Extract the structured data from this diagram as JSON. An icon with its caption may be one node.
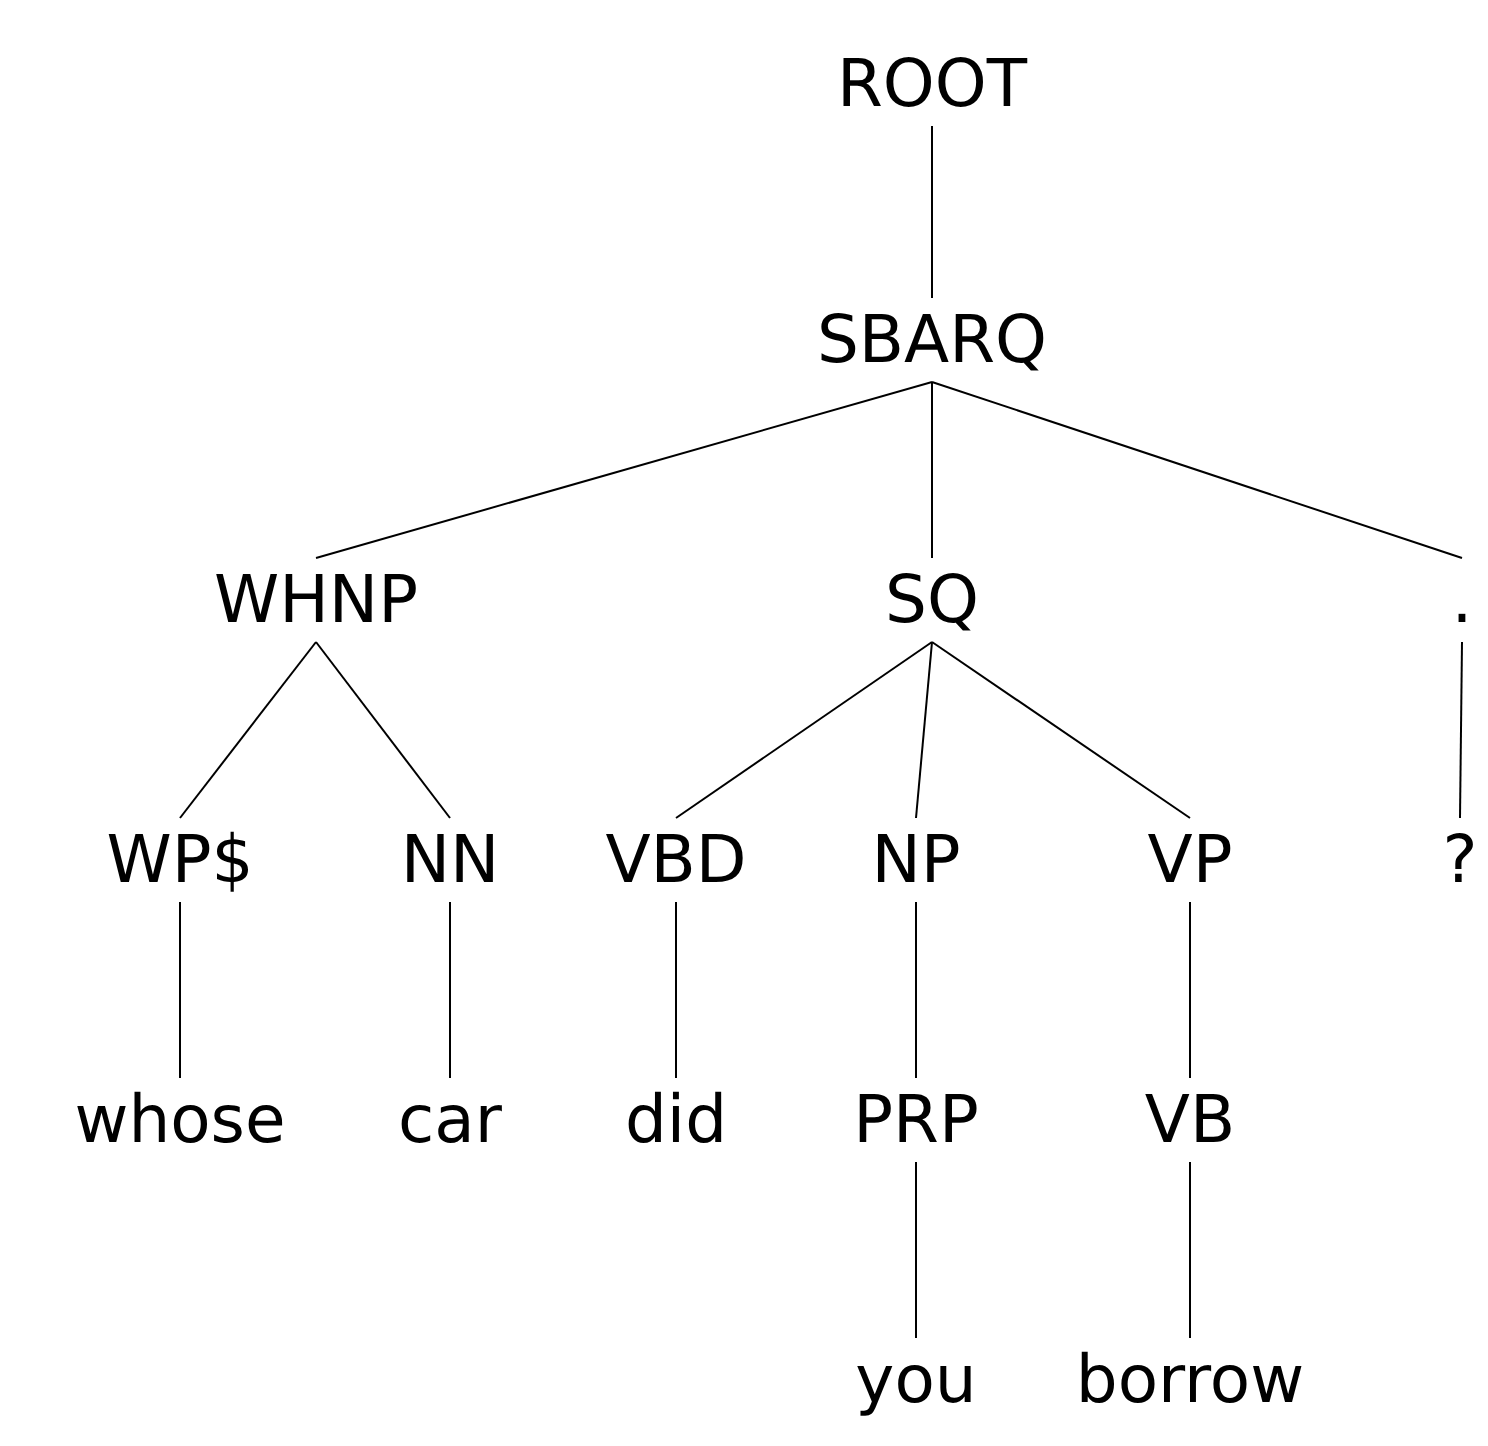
{
  "diagram": {
    "nodes": [
      {
        "text": [
          "ROOT"
        ]
      },
      {
        "text": [
          "SBARQ"
        ]
      },
      {
        "text": [
          "WHNP"
        ]
      },
      {
        "text": [
          "SQ"
        ]
      },
      {
        "text": [
          "."
        ]
      },
      {
        "text": [
          "WP$"
        ]
      },
      {
        "text": [
          "NN"
        ]
      },
      {
        "text": [
          "VBD"
        ]
      },
      {
        "text": [
          "NP"
        ]
      },
      {
        "text": [
          "VP"
        ]
      },
      {
        "text": [
          "?"
        ]
      },
      {
        "text": [
          "whose"
        ]
      },
      {
        "text": [
          "car"
        ]
      },
      {
        "text": [
          "did"
        ]
      },
      {
        "text": [
          "PRP"
        ]
      },
      {
        "text": [
          "VB"
        ]
      },
      {
        "text": [
          "you"
        ]
      },
      {
        "text": [
          "borrow"
        ]
      }
    ],
    "edges": [
      {
        "from": 0,
        "to": 1,
        "arrow": "none"
      },
      {
        "from": 1,
        "to": 2,
        "arrow": "none"
      },
      {
        "from": 1,
        "to": 3,
        "arrow": "none"
      },
      {
        "from": 1,
        "to": 4,
        "arrow": "none"
      },
      {
        "from": 2,
        "to": 5,
        "arrow": "none"
      },
      {
        "from": 2,
        "to": 6,
        "arrow": "none"
      },
      {
        "from": 3,
        "to": 7,
        "arrow": "none"
      },
      {
        "from": 3,
        "to": 8,
        "arrow": "none"
      },
      {
        "from": 3,
        "to": 9,
        "arrow": "none"
      },
      {
        "from": 4,
        "to": 10,
        "arrow": "none"
      },
      {
        "from": 5,
        "to": 11,
        "arrow": "none"
      },
      {
        "from": 6,
        "to": 12,
        "arrow": "none"
      },
      {
        "from": 7,
        "to": 13,
        "arrow": "none"
      },
      {
        "from": 8,
        "to": 14,
        "arrow": "none"
      },
      {
        "from": 9,
        "to": 15,
        "arrow": "none"
      },
      {
        "from": 14,
        "to": 16,
        "arrow": "none"
      },
      {
        "from": 15,
        "to": 17,
        "arrow": "none"
      }
    ]
  }
}
